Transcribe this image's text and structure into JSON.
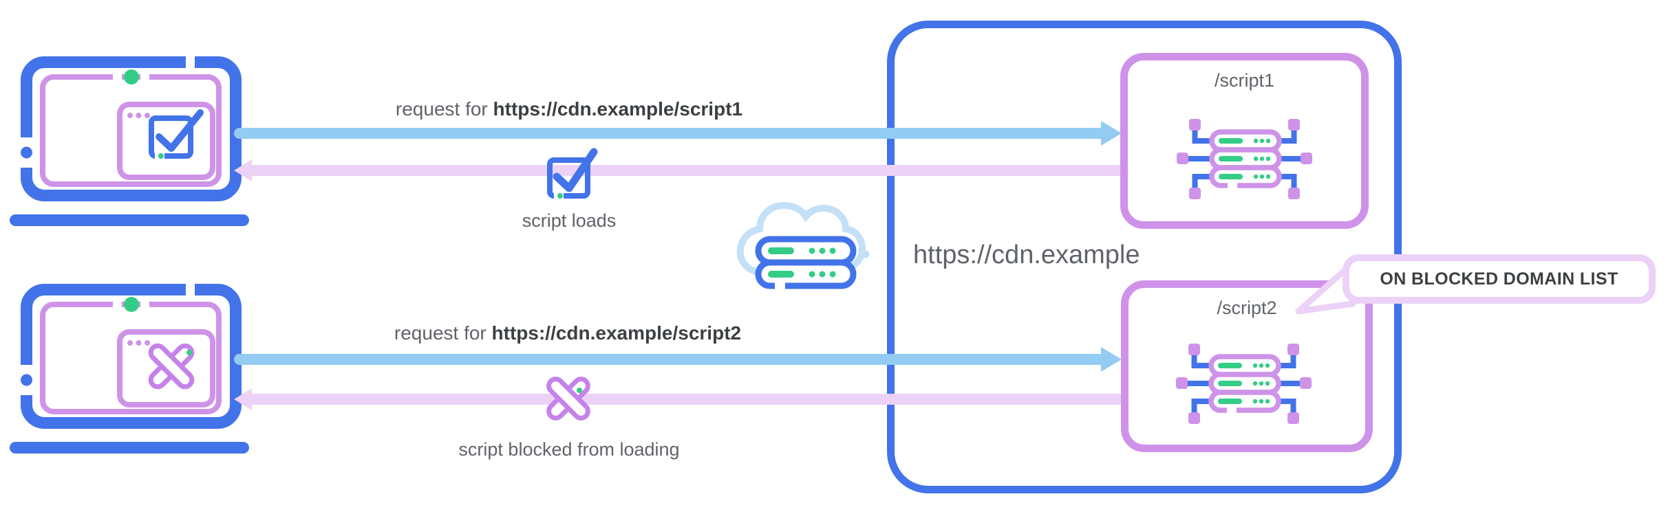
{
  "flows": [
    {
      "request_prefix": "request for ",
      "request_url": "https://cdn.example/script1",
      "result_caption": "script loads"
    },
    {
      "request_prefix": "request for ",
      "request_url": "https://cdn.example/script2",
      "result_caption": "script blocked from loading"
    }
  ],
  "cdn": {
    "domain": "https://cdn.example",
    "endpoints": [
      {
        "path": "/script1"
      },
      {
        "path": "/script2"
      }
    ]
  },
  "callout": {
    "label": "ON BLOCKED DOMAIN LIST"
  },
  "colors": {
    "blue": "#4273e9",
    "light_blue": "#93cbf2",
    "cloud_blue": "#c3e0f6",
    "purple": "#ce93e8",
    "purple_x": "#c583ea",
    "pink": "#ecd2f7",
    "green": "#34cd86",
    "text_gray": "#5f6368",
    "text_dark": "#3c4043"
  }
}
